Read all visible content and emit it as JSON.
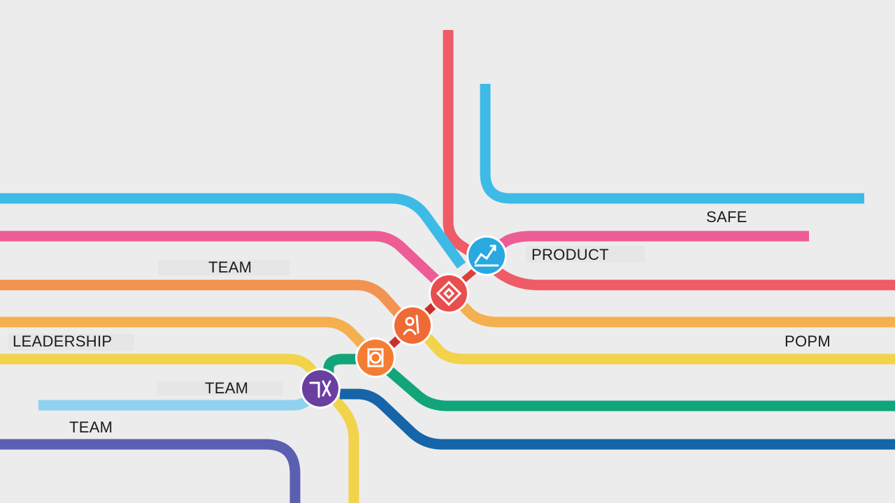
{
  "labels": {
    "safe": "SAFE",
    "product": "PRODUCT",
    "team_top": "TEAM",
    "leadership": "LEADERSHIP",
    "popm": "POPM",
    "team_mid": "TEAM",
    "team_bottom": "TEAM"
  },
  "lines": [
    {
      "id": "red",
      "color": "#ef5b67"
    },
    {
      "id": "cyan-top",
      "color": "#3dbbe6"
    },
    {
      "id": "cyan-left",
      "color": "#3dbbe6"
    },
    {
      "id": "pink",
      "color": "#ee5c95"
    },
    {
      "id": "orange",
      "color": "#f39351"
    },
    {
      "id": "orange-light",
      "color": "#f4b04e"
    },
    {
      "id": "yellow",
      "color": "#f2d34a"
    },
    {
      "id": "green",
      "color": "#12a57a"
    },
    {
      "id": "navy",
      "color": "#1565a8"
    },
    {
      "id": "light-blue",
      "color": "#8fd1ef"
    },
    {
      "id": "indigo",
      "color": "#5a5fb1"
    }
  ],
  "stations": [
    {
      "id": "product",
      "icon": "chart-icon",
      "color": "#2aa8e0"
    },
    {
      "id": "red-diamond",
      "icon": "diamond-icon",
      "color": "#e94e4f"
    },
    {
      "id": "orange-a",
      "icon": "people-icon",
      "color": "#f06a35"
    },
    {
      "id": "orange-b",
      "icon": "gear-icon",
      "color": "#f57d33"
    },
    {
      "id": "purple",
      "icon": "team-icon",
      "color": "#6a3fa0"
    }
  ]
}
